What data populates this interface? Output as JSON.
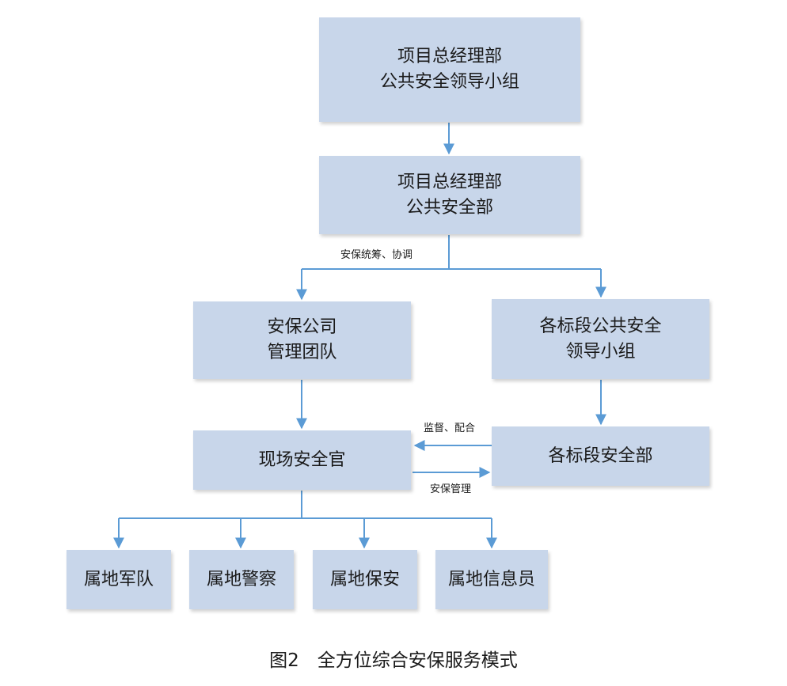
{
  "nodes": {
    "pm_leadership": {
      "line1": "项目总经理部",
      "line2": "公共安全领导小组"
    },
    "pm_security_dept": {
      "line1": "项目总经理部",
      "line2": "公共安全部"
    },
    "security_company": {
      "line1": "安保公司",
      "line2": "管理团队"
    },
    "section_leadership": {
      "line1": "各标段公共安全",
      "line2": "领导小组"
    },
    "site_officer": {
      "line1": "现场安全官"
    },
    "section_security_dept": {
      "line1": "各标段安全部"
    },
    "local_army": {
      "line1": "属地军队"
    },
    "local_police": {
      "line1": "属地警察"
    },
    "local_guards": {
      "line1": "属地保安"
    },
    "local_informants": {
      "line1": "属地信息员"
    }
  },
  "edge_labels": {
    "coordination": "安保统筹、协调",
    "supervision": "监督、配合",
    "management": "安保管理"
  },
  "caption": "图2　全方位综合安保服务模式",
  "colors": {
    "node_fill": "#c8d6ea",
    "connector": "#5b9bd5"
  }
}
